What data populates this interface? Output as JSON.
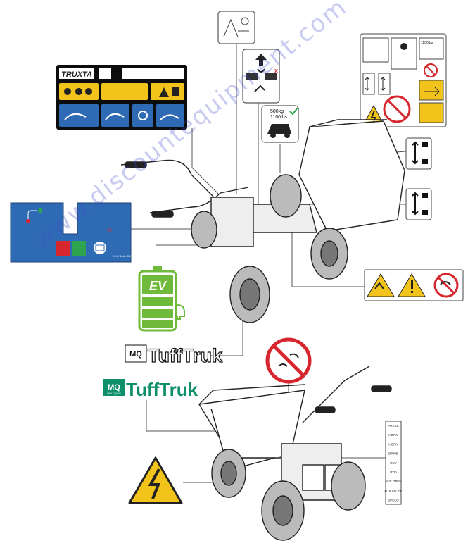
{
  "labels": {
    "truxta_brand": "TRUXTA",
    "load_capacity_kg": "500kg",
    "load_capacity_lbs": "1100lbs",
    "load_capacity_small": "1100lbs",
    "ev_logo": "EV",
    "mq_badge": "MQ",
    "mq_badge_small": "MULTIQUIP",
    "tufftruk_brand_1": "TuffTruk",
    "tufftruk_brand_2": "TuffTruk"
  },
  "control_panel_strip": {
    "items": [
      "PRESS",
      "HORN",
      "HORN",
      "DRIVE",
      "REV",
      "PTO",
      "AUX OPEN",
      "AUX CLOSE",
      "SPEED"
    ]
  },
  "battery_panel": {
    "fine_print": "24V / 11Ah  99h / 36h"
  },
  "watermark": "www.discountequipment.com",
  "colors": {
    "warning_yellow": "#f2c31b",
    "panel_blue": "#2f6bb5",
    "prohibit_red": "#d8262e",
    "ev_green": "#6fba3a",
    "mq_green": "#0d8f6b"
  }
}
